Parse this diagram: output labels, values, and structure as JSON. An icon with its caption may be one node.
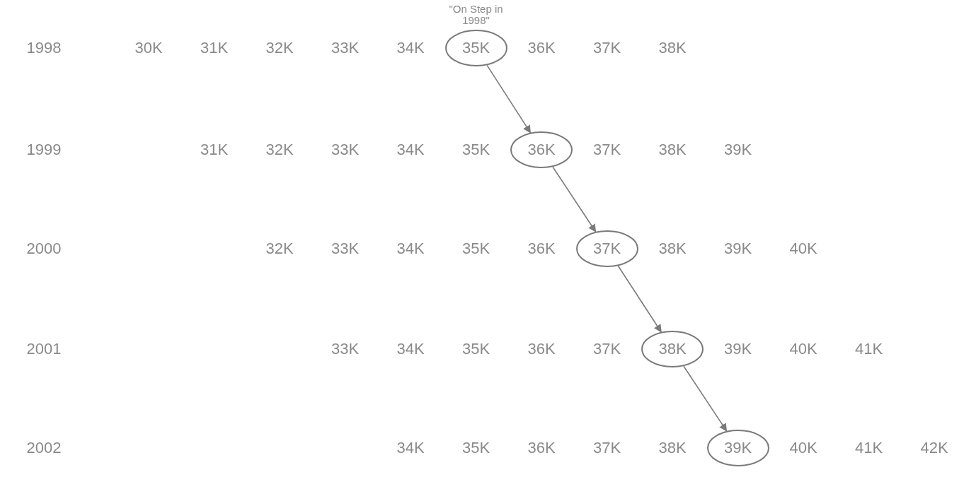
{
  "diagram": {
    "nodes": [
      {
        "text": [
          "35K"
        ],
        "beside": [
          "\"On Step in 1998\""
        ]
      },
      {
        "text": [
          "36K"
        ]
      },
      {
        "text": [
          "37K"
        ]
      },
      {
        "text": [
          "38K"
        ]
      },
      {
        "text": [
          "39K"
        ]
      }
    ],
    "edges": [
      {
        "from": 0,
        "to": 1,
        "arrow": "to"
      },
      {
        "from": 1,
        "to": 2,
        "arrow": "to"
      },
      {
        "from": 2,
        "to": 3,
        "arrow": "to"
      },
      {
        "from": 3,
        "to": 4,
        "arrow": "to"
      }
    ],
    "labels": [
      "1998",
      "30K",
      "31K",
      "32K",
      "33K",
      "34K",
      "36K",
      "37K",
      "38K",
      "1999",
      "31K",
      "32K",
      "33K",
      "34K",
      "35K",
      "37K",
      "38K",
      "39K",
      "2000",
      "32K",
      "33K",
      "34K",
      "35K",
      "36K",
      "38K",
      "39K",
      "40K",
      "2001",
      "33K",
      "34K",
      "35K",
      "36K",
      "37K",
      "39K",
      "40K",
      "41K",
      "2002",
      "34K",
      "35K",
      "36K",
      "37K",
      "38K",
      "40K",
      "41K",
      "42K"
    ]
  }
}
